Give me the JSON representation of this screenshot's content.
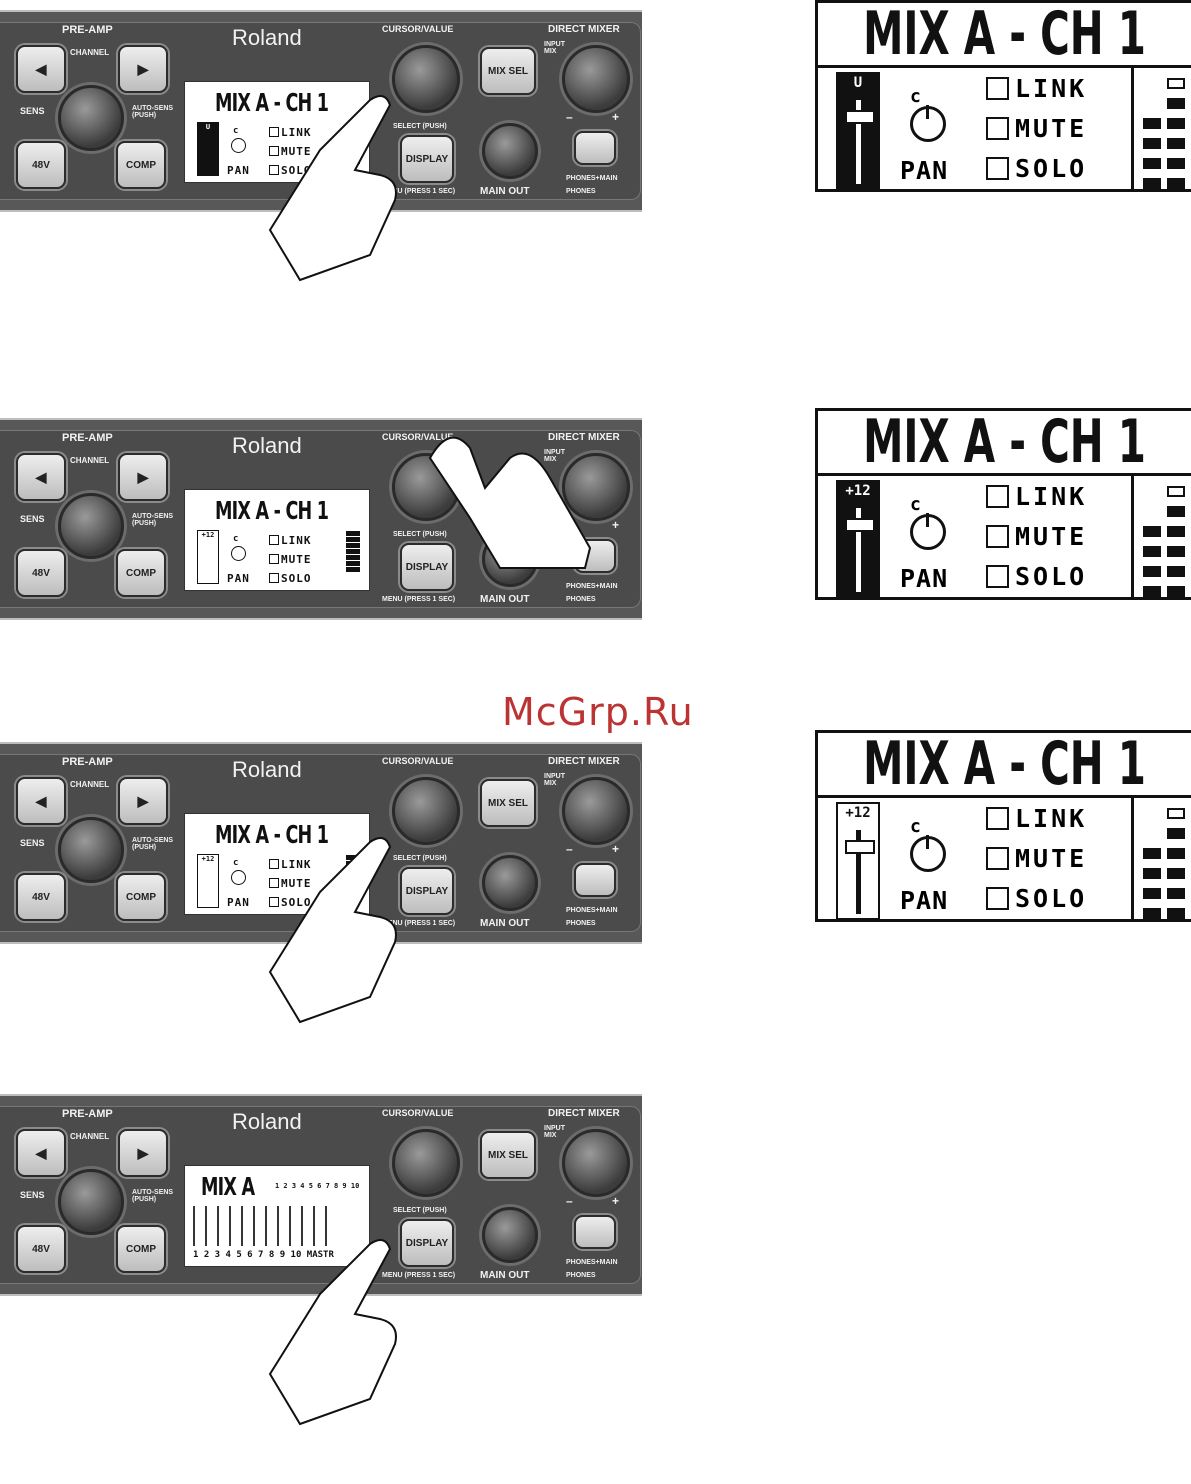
{
  "panel": {
    "brand": "Roland",
    "preamp_label": "PRE-AMP",
    "channel_label": "CHANNEL",
    "sens_label": "SENS",
    "autosens_label": "AUTO-SENS\n(PUSH)",
    "btn_48v": "48V",
    "btn_comp": "COMP",
    "cursor_label": "CURSOR/VALUE",
    "select_label": "SELECT (PUSH)",
    "direct_mixer_label": "DIRECT MIXER",
    "input_mix_label": "INPUT\nMIX",
    "mixsel": "MIX SEL",
    "display": "DISPLAY",
    "menu_label": "MENU (PRESS 1 SEC)",
    "main_out_label": "MAIN OUT",
    "phones_main": "PHONES+MAIN",
    "phones": "PHONES",
    "minus": "–",
    "plus": "+"
  },
  "mini_lcd": {
    "title": "MIX A - CH 1",
    "c": "c",
    "link": "LINK",
    "mute": "MUTE",
    "solo": "SOLO",
    "pan": "PAN",
    "plus12": "+12",
    "u": "U"
  },
  "mini_lcd_mix": {
    "title": "MIX A",
    "pairs": "1 2  3 4  5 6  7 8  9 10",
    "channels": "1 2 3 4 5 6 7 8 9 10 MASTR"
  },
  "big_lcd": [
    {
      "title": "MIX A - CH 1",
      "fader_label": "U",
      "c": "c",
      "pan": "PAN",
      "link": "LINK",
      "mute": "MUTE",
      "solo": "SOLO"
    },
    {
      "title": "MIX A - CH 1",
      "fader_label": "+12",
      "c": "c",
      "pan": "PAN",
      "link": "LINK",
      "mute": "MUTE",
      "solo": "SOLO"
    },
    {
      "title": "MIX A - CH 1",
      "fader_label": "+12",
      "c": "c",
      "pan": "PAN",
      "link": "LINK",
      "mute": "MUTE",
      "solo": "SOLO"
    }
  ],
  "watermark": "McGrp.Ru",
  "colors": {
    "panel": "#585858",
    "plate": "#4b4b4b",
    "lcd_ink": "#111111",
    "watermark": "#b33333"
  }
}
